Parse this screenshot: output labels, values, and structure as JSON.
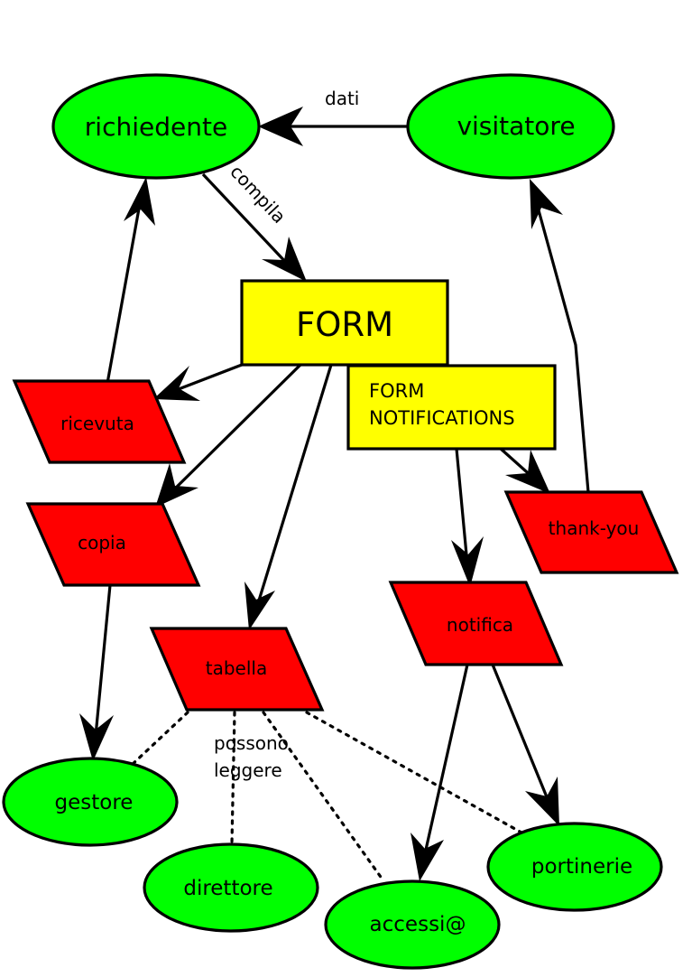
{
  "colors": {
    "ellipse_fill": "#00ff00",
    "form_fill": "#ffff00",
    "doc_fill": "#ff0000",
    "stroke": "#000000"
  },
  "nodes": {
    "richiedente": "richiedente",
    "visitatore": "visitatore",
    "form": "FORM",
    "form_notifications_line1": "FORM",
    "form_notifications_line2": "NOTIFICATIONS",
    "ricevuta": "ricevuta",
    "copia": "copia",
    "tabella": "tabella",
    "notifica": "notifica",
    "thank_you": "thank-you",
    "gestore": "gestore",
    "direttore": "direttore",
    "accessi": "accessi@",
    "portinerie": "portinerie"
  },
  "edge_labels": {
    "dati": "dati",
    "compila": "compila",
    "possono_line1": "possono",
    "possono_line2": "leggere"
  }
}
